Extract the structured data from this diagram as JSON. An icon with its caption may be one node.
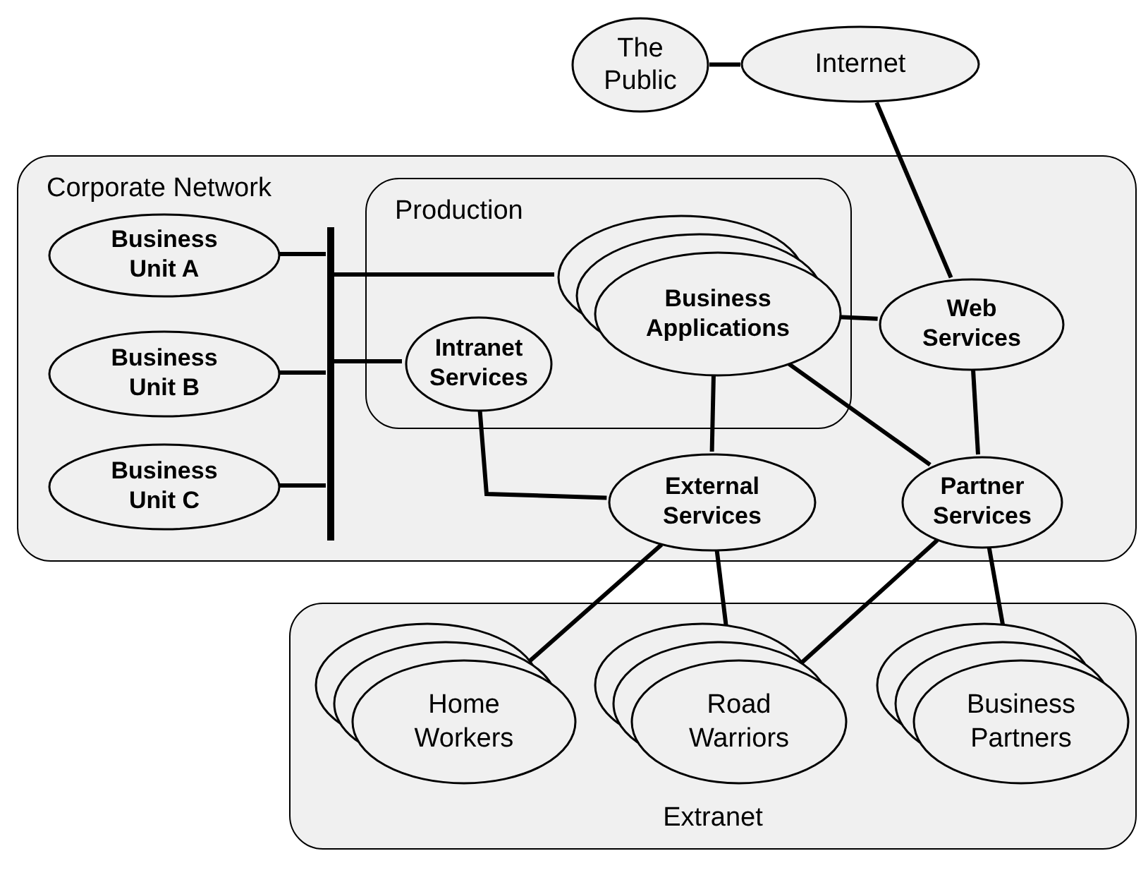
{
  "diagram": {
    "nodes": [
      {
        "text": [
          "The Public"
        ]
      },
      {
        "text": [
          "Internet"
        ]
      },
      {
        "text": [
          "Corporate Network"
        ]
      },
      {
        "text": [
          "Production"
        ],
        "in": 2
      },
      {
        "text": [
          "Business Unit A"
        ],
        "in": 2
      },
      {
        "text": [
          "Business Unit B"
        ],
        "in": 2
      },
      {
        "text": [
          "Business Unit C"
        ],
        "in": 2
      },
      {
        "text": [],
        "shape": "bar",
        "in": 2
      },
      {
        "text": [
          "Intranet Services"
        ],
        "in": 3
      },
      {
        "text": [
          "Business Applications"
        ],
        "in": 3
      },
      {
        "text": [
          "Web Services"
        ],
        "in": 2
      },
      {
        "text": [
          "External Services"
        ],
        "in": 2
      },
      {
        "text": [
          "Partner Services"
        ],
        "in": 2
      },
      {
        "text": [
          "Extranet"
        ]
      },
      {
        "text": [
          "Home Workers"
        ],
        "in": 13
      },
      {
        "text": [
          "Road Warriors"
        ],
        "in": 13
      },
      {
        "text": [
          "Business Partners"
        ],
        "in": 13
      }
    ],
    "edges": [
      {
        "from": 0,
        "to": 1,
        "arrow": "none"
      },
      {
        "from": 1,
        "to": 10,
        "arrow": "none"
      },
      {
        "from": 4,
        "to": 7,
        "arrow": "none"
      },
      {
        "from": 5,
        "to": 7,
        "arrow": "none"
      },
      {
        "from": 6,
        "to": 7,
        "arrow": "none"
      },
      {
        "from": 7,
        "to": 9,
        "arrow": "none"
      },
      {
        "from": 7,
        "to": 8,
        "arrow": "none"
      },
      {
        "from": 8,
        "to": 11,
        "arrow": "none"
      },
      {
        "from": 9,
        "to": 10,
        "arrow": "none"
      },
      {
        "from": 9,
        "to": 11,
        "arrow": "none"
      },
      {
        "from": 9,
        "to": 12,
        "arrow": "none"
      },
      {
        "from": 10,
        "to": 12,
        "arrow": "none"
      },
      {
        "from": 11,
        "to": 14,
        "arrow": "none"
      },
      {
        "from": 11,
        "to": 15,
        "arrow": "none"
      },
      {
        "from": 12,
        "to": 15,
        "arrow": "none"
      },
      {
        "from": 12,
        "to": 16,
        "arrow": "none"
      }
    ]
  }
}
